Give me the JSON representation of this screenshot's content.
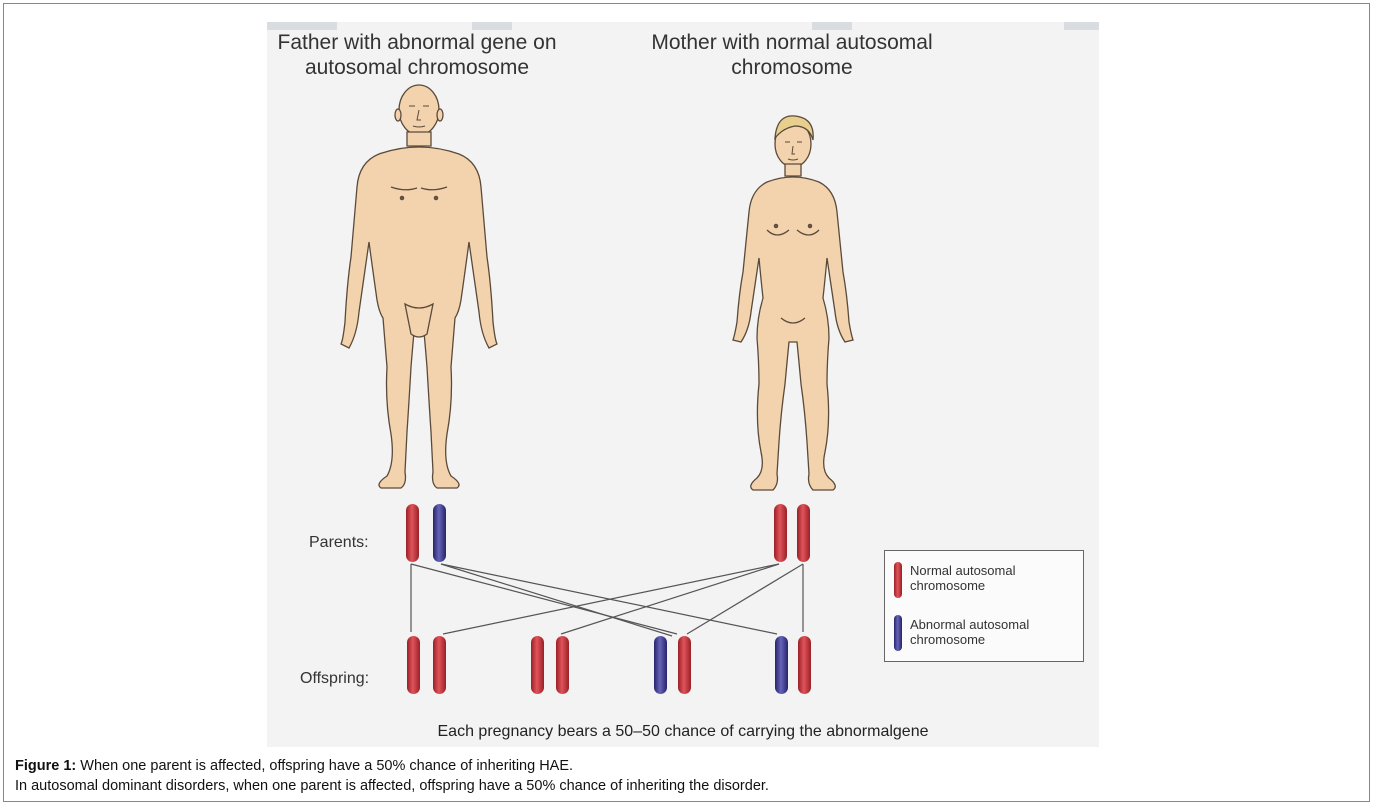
{
  "figure": {
    "father_label": "Father with abnormal gene on autosomal chromosome",
    "mother_label": "Mother with normal autosomal chromosome",
    "parents_label": "Parents:",
    "offspring_label": "Offspring:",
    "bottom_note": "Each pregnancy bears a 50–50 chance of carrying the abnormalgene",
    "legend": {
      "normal_label": "Normal autosomal chromosome",
      "abnormal_label": "Abnormal autosomal chromosome"
    },
    "colors": {
      "normal": "#c8363c",
      "abnormal": "#3d3b8e",
      "skin": "#f3d3ad",
      "border": "#2fa9c4"
    }
  },
  "caption": {
    "label": "Figure 1:",
    "line1": "When one parent is affected, offspring have a 50% chance of inheriting HAE.",
    "line2": "In autosomal dominant disorders, when one parent is affected, offspring have a 50% chance of inheriting the disorder."
  }
}
